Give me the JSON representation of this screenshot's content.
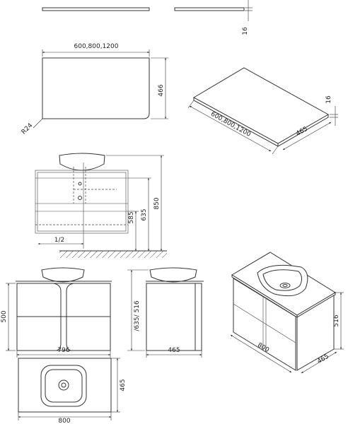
{
  "top_plate": {
    "thickness_label": "16"
  },
  "countertop_plan": {
    "width_label": "600,800,1200",
    "depth_label": "466",
    "radius_label": "R24"
  },
  "countertop_iso": {
    "thickness_label": "16",
    "length_label": "600,800,1200",
    "depth_label": "465"
  },
  "installation": {
    "height_label": "850",
    "mid_label": "635",
    "low_label": "585",
    "center_label": "1/2"
  },
  "cabinet_front": {
    "height_label": "500",
    "width_label": "796"
  },
  "cabinet_side": {
    "height_label": "/635/ 516",
    "depth_label": "465"
  },
  "cabinet_iso": {
    "height_label": "516",
    "width_label": "800",
    "depth_label": "465"
  },
  "cabinet_top": {
    "depth_label": "465",
    "width_label": "800"
  }
}
